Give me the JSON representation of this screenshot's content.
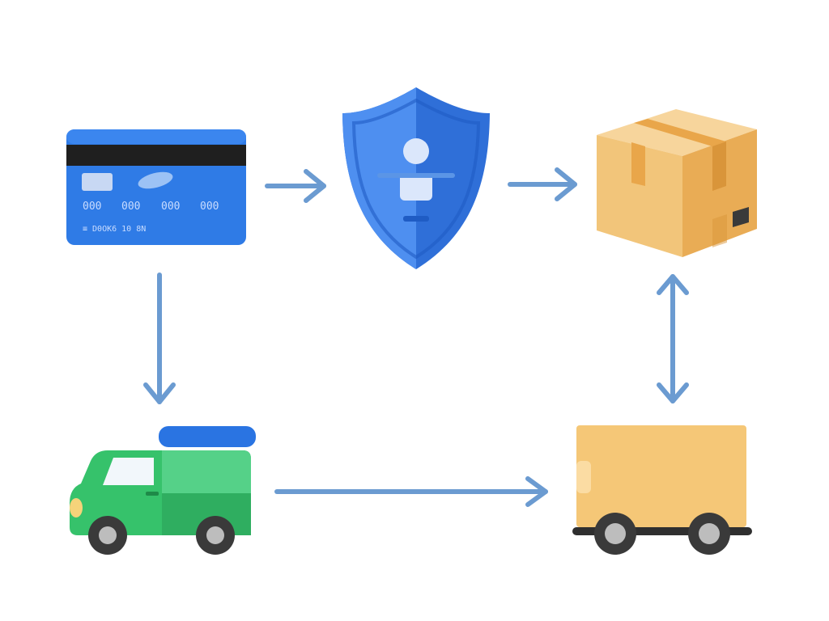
{
  "colors": {
    "background": "#ffffff",
    "arrow": "#6b9bd1",
    "card": "#2f7be6",
    "card_stripe": "#1f1f1f",
    "shield": "#2f6fd8",
    "box": "#f2c06c",
    "van": "#36c26b",
    "van_roof": "#2a74e2",
    "wheel": "#3a3a3a",
    "hub": "#bdbdbd"
  },
  "nodes": [
    {
      "id": "card",
      "icon": "credit-card-icon",
      "label": ""
    },
    {
      "id": "shield",
      "icon": "shield-user-icon",
      "label": ""
    },
    {
      "id": "package",
      "icon": "package-box-icon",
      "label": ""
    },
    {
      "id": "van",
      "icon": "delivery-van-icon",
      "label": ""
    },
    {
      "id": "trailer",
      "icon": "cargo-trailer-icon",
      "label": ""
    }
  ],
  "edges": [
    {
      "from": "card",
      "to": "shield",
      "direction": "forward"
    },
    {
      "from": "shield",
      "to": "package",
      "direction": "forward"
    },
    {
      "from": "card",
      "to": "van",
      "direction": "forward"
    },
    {
      "from": "van",
      "to": "trailer",
      "direction": "forward"
    },
    {
      "from": "trailer",
      "to": "package",
      "direction": "both"
    }
  ],
  "card": {
    "number_groups": [
      "000",
      "000",
      "000",
      "000"
    ],
    "holder_text": "≡ D0OK6 10 8N"
  }
}
